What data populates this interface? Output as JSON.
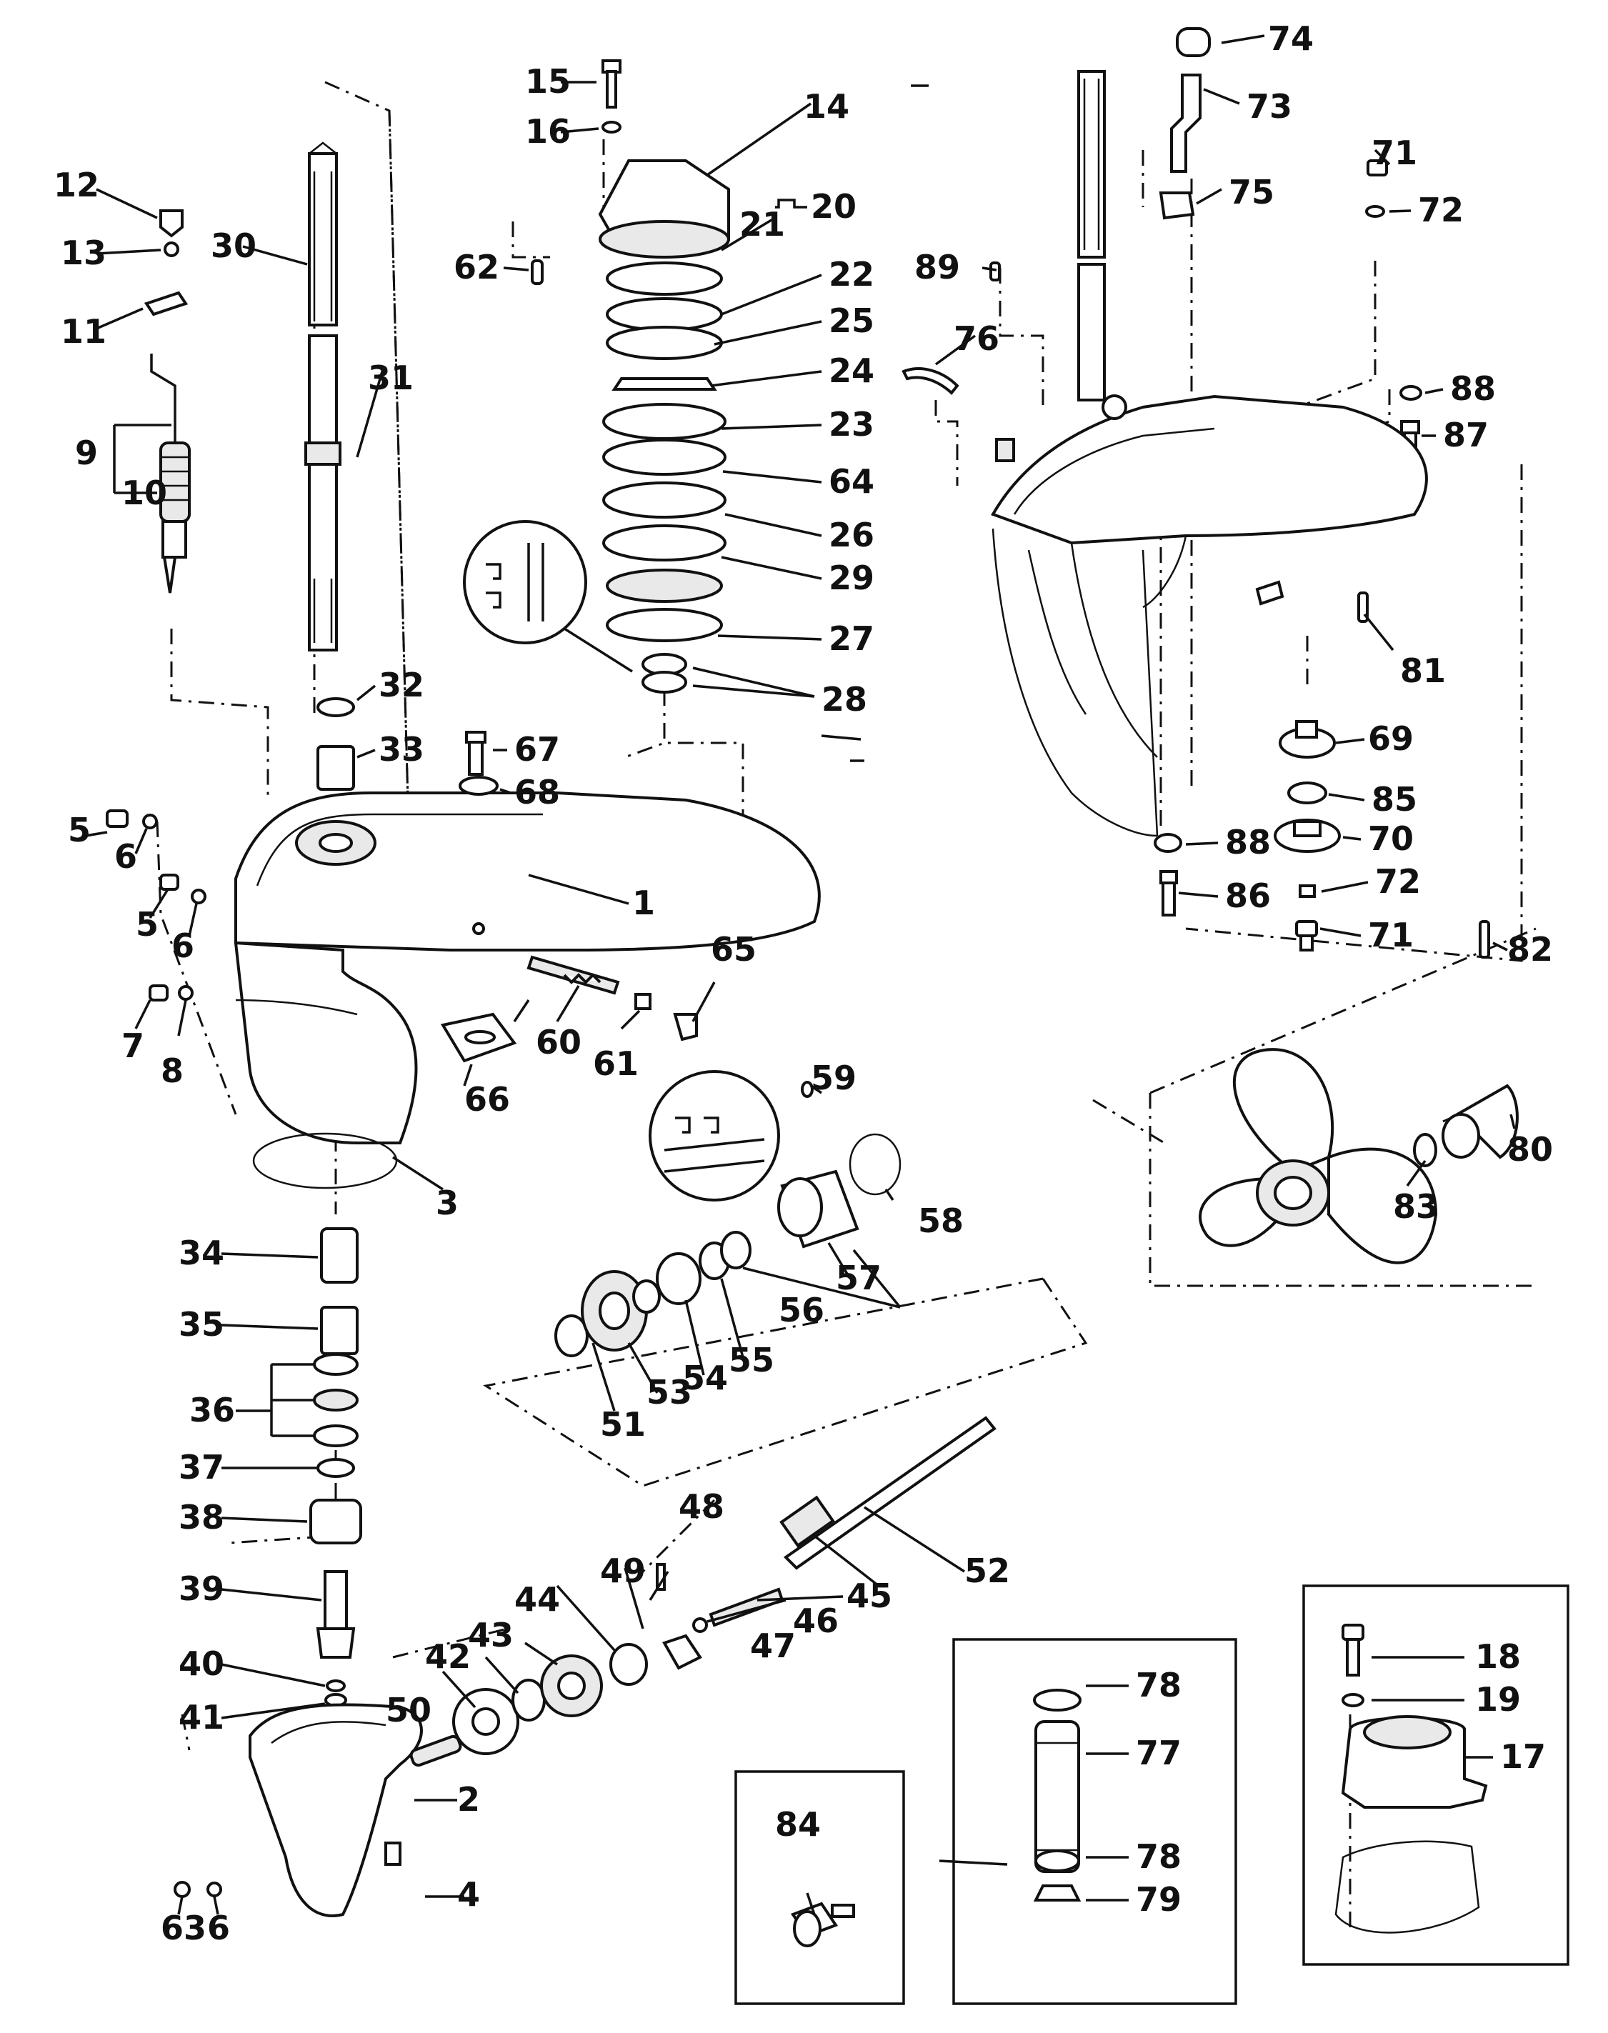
{
  "callouts": [
    "1",
    "2",
    "3",
    "4",
    "5",
    "5",
    "6",
    "6",
    "6",
    "7",
    "8",
    "9",
    "10",
    "11",
    "12",
    "13",
    "14",
    "15",
    "16",
    "17",
    "18",
    "19",
    "20",
    "21",
    "22",
    "23",
    "24",
    "25",
    "26",
    "27",
    "28",
    "29",
    "30",
    "31",
    "32",
    "33",
    "34",
    "35",
    "36",
    "37",
    "38",
    "39",
    "40",
    "41",
    "42",
    "43",
    "44",
    "45",
    "46",
    "47",
    "48",
    "49",
    "50",
    "51",
    "52",
    "53",
    "54",
    "55",
    "56",
    "57",
    "58",
    "59",
    "60",
    "61",
    "62",
    "63",
    "64",
    "65",
    "66",
    "67",
    "68",
    "69",
    "70",
    "71",
    "71",
    "72",
    "72",
    "73",
    "74",
    "75",
    "76",
    "77",
    "78",
    "78",
    "79",
    "80",
    "81",
    "82",
    "83",
    "84",
    "85",
    "86",
    "87",
    "88",
    "88",
    "89"
  ]
}
